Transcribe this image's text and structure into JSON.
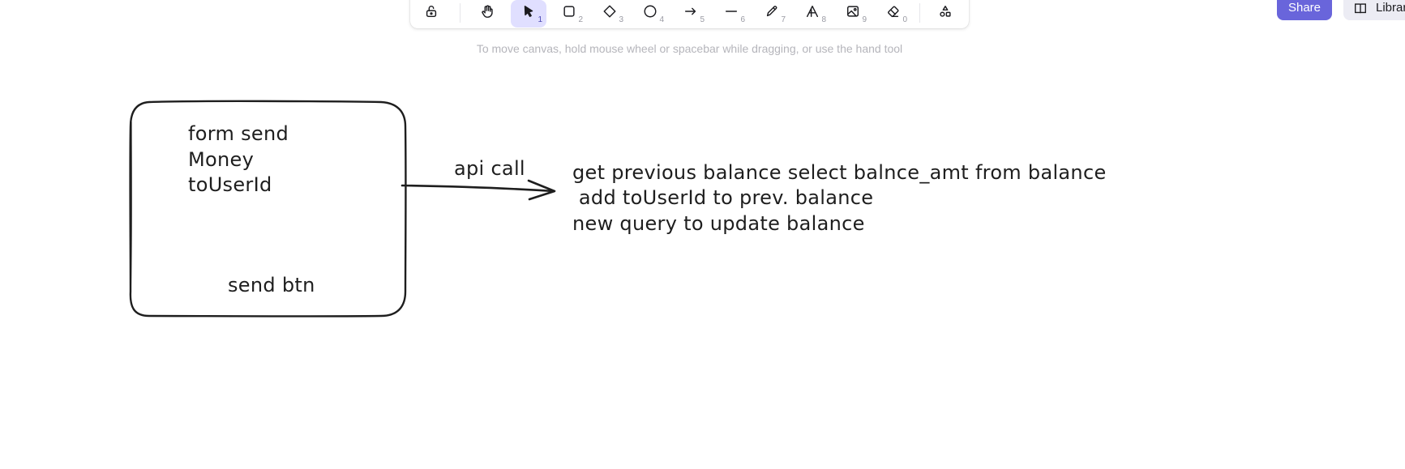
{
  "toolbar": {
    "tools": [
      {
        "name": "lock",
        "key": ""
      },
      {
        "name": "hand",
        "key": ""
      },
      {
        "name": "selection",
        "key": "1"
      },
      {
        "name": "rectangle",
        "key": "2"
      },
      {
        "name": "diamond",
        "key": "3"
      },
      {
        "name": "ellipse",
        "key": "4"
      },
      {
        "name": "arrow",
        "key": "5"
      },
      {
        "name": "line",
        "key": "6"
      },
      {
        "name": "draw",
        "key": "7"
      },
      {
        "name": "text",
        "key": "8"
      },
      {
        "name": "image",
        "key": "9"
      },
      {
        "name": "eraser",
        "key": "0"
      },
      {
        "name": "extra-tools",
        "key": ""
      }
    ],
    "active_tool": "selection",
    "accent_color": "#6965db",
    "active_bg": "#e0dfff"
  },
  "hint": "To move canvas, hold mouse wheel or spacebar while dragging, or use the hand tool",
  "share_label": "Share",
  "library_label": "Library",
  "canvas": {
    "box_text": {
      "line1": "form send",
      "line2": "Money",
      "line3": "toUserId"
    },
    "button_text": "send btn",
    "arrow_label": "api call",
    "notes": {
      "line1": "get previous balance select balnce_amt from balance",
      "line2": " add toUserId to prev. balance",
      "line3": "new query to update balance"
    },
    "stroke_color": "#1e1e1e"
  }
}
